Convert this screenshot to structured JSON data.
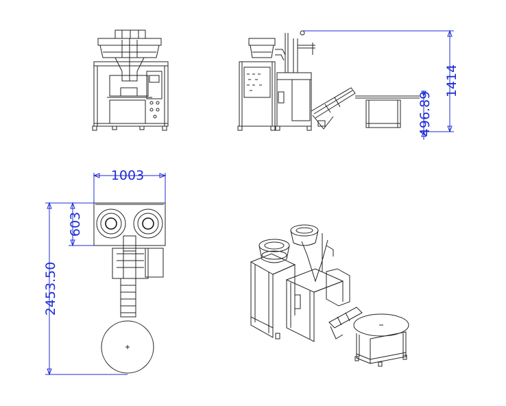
{
  "drawing": {
    "line_color": "#222222",
    "dimension_color": "#1d2bd6",
    "background": "#ffffff"
  },
  "dimensions": {
    "total_height": "1414",
    "table_height": "496.89",
    "front_width": "1003",
    "hopper_depth": "603",
    "total_length": "2453.50"
  }
}
